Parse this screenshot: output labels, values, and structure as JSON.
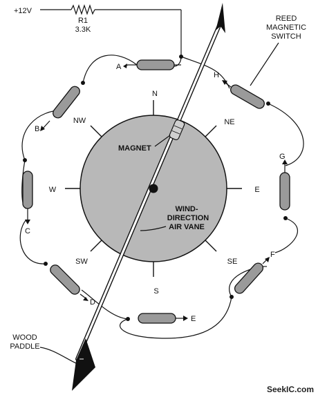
{
  "supply": {
    "voltage": "+12V"
  },
  "resistor": {
    "designator": "R1",
    "value": "3.3K"
  },
  "reed_switch_label": [
    "REED",
    "MAGNETIC",
    "SWITCH"
  ],
  "switches": [
    "A",
    "B",
    "C",
    "D",
    "E",
    "F",
    "G",
    "H"
  ],
  "compass": {
    "N": "N",
    "NE": "NE",
    "E": "E",
    "SE": "SE",
    "S": "S",
    "SW": "SW",
    "W": "W",
    "NW": "NW"
  },
  "magnet_label": "MAGNET",
  "vane_label": [
    "WIND-",
    "DIRECTION",
    "AIR VANE"
  ],
  "paddle_label": [
    "WOOD",
    "PADDLE"
  ],
  "watermark": "SeekIC.com"
}
